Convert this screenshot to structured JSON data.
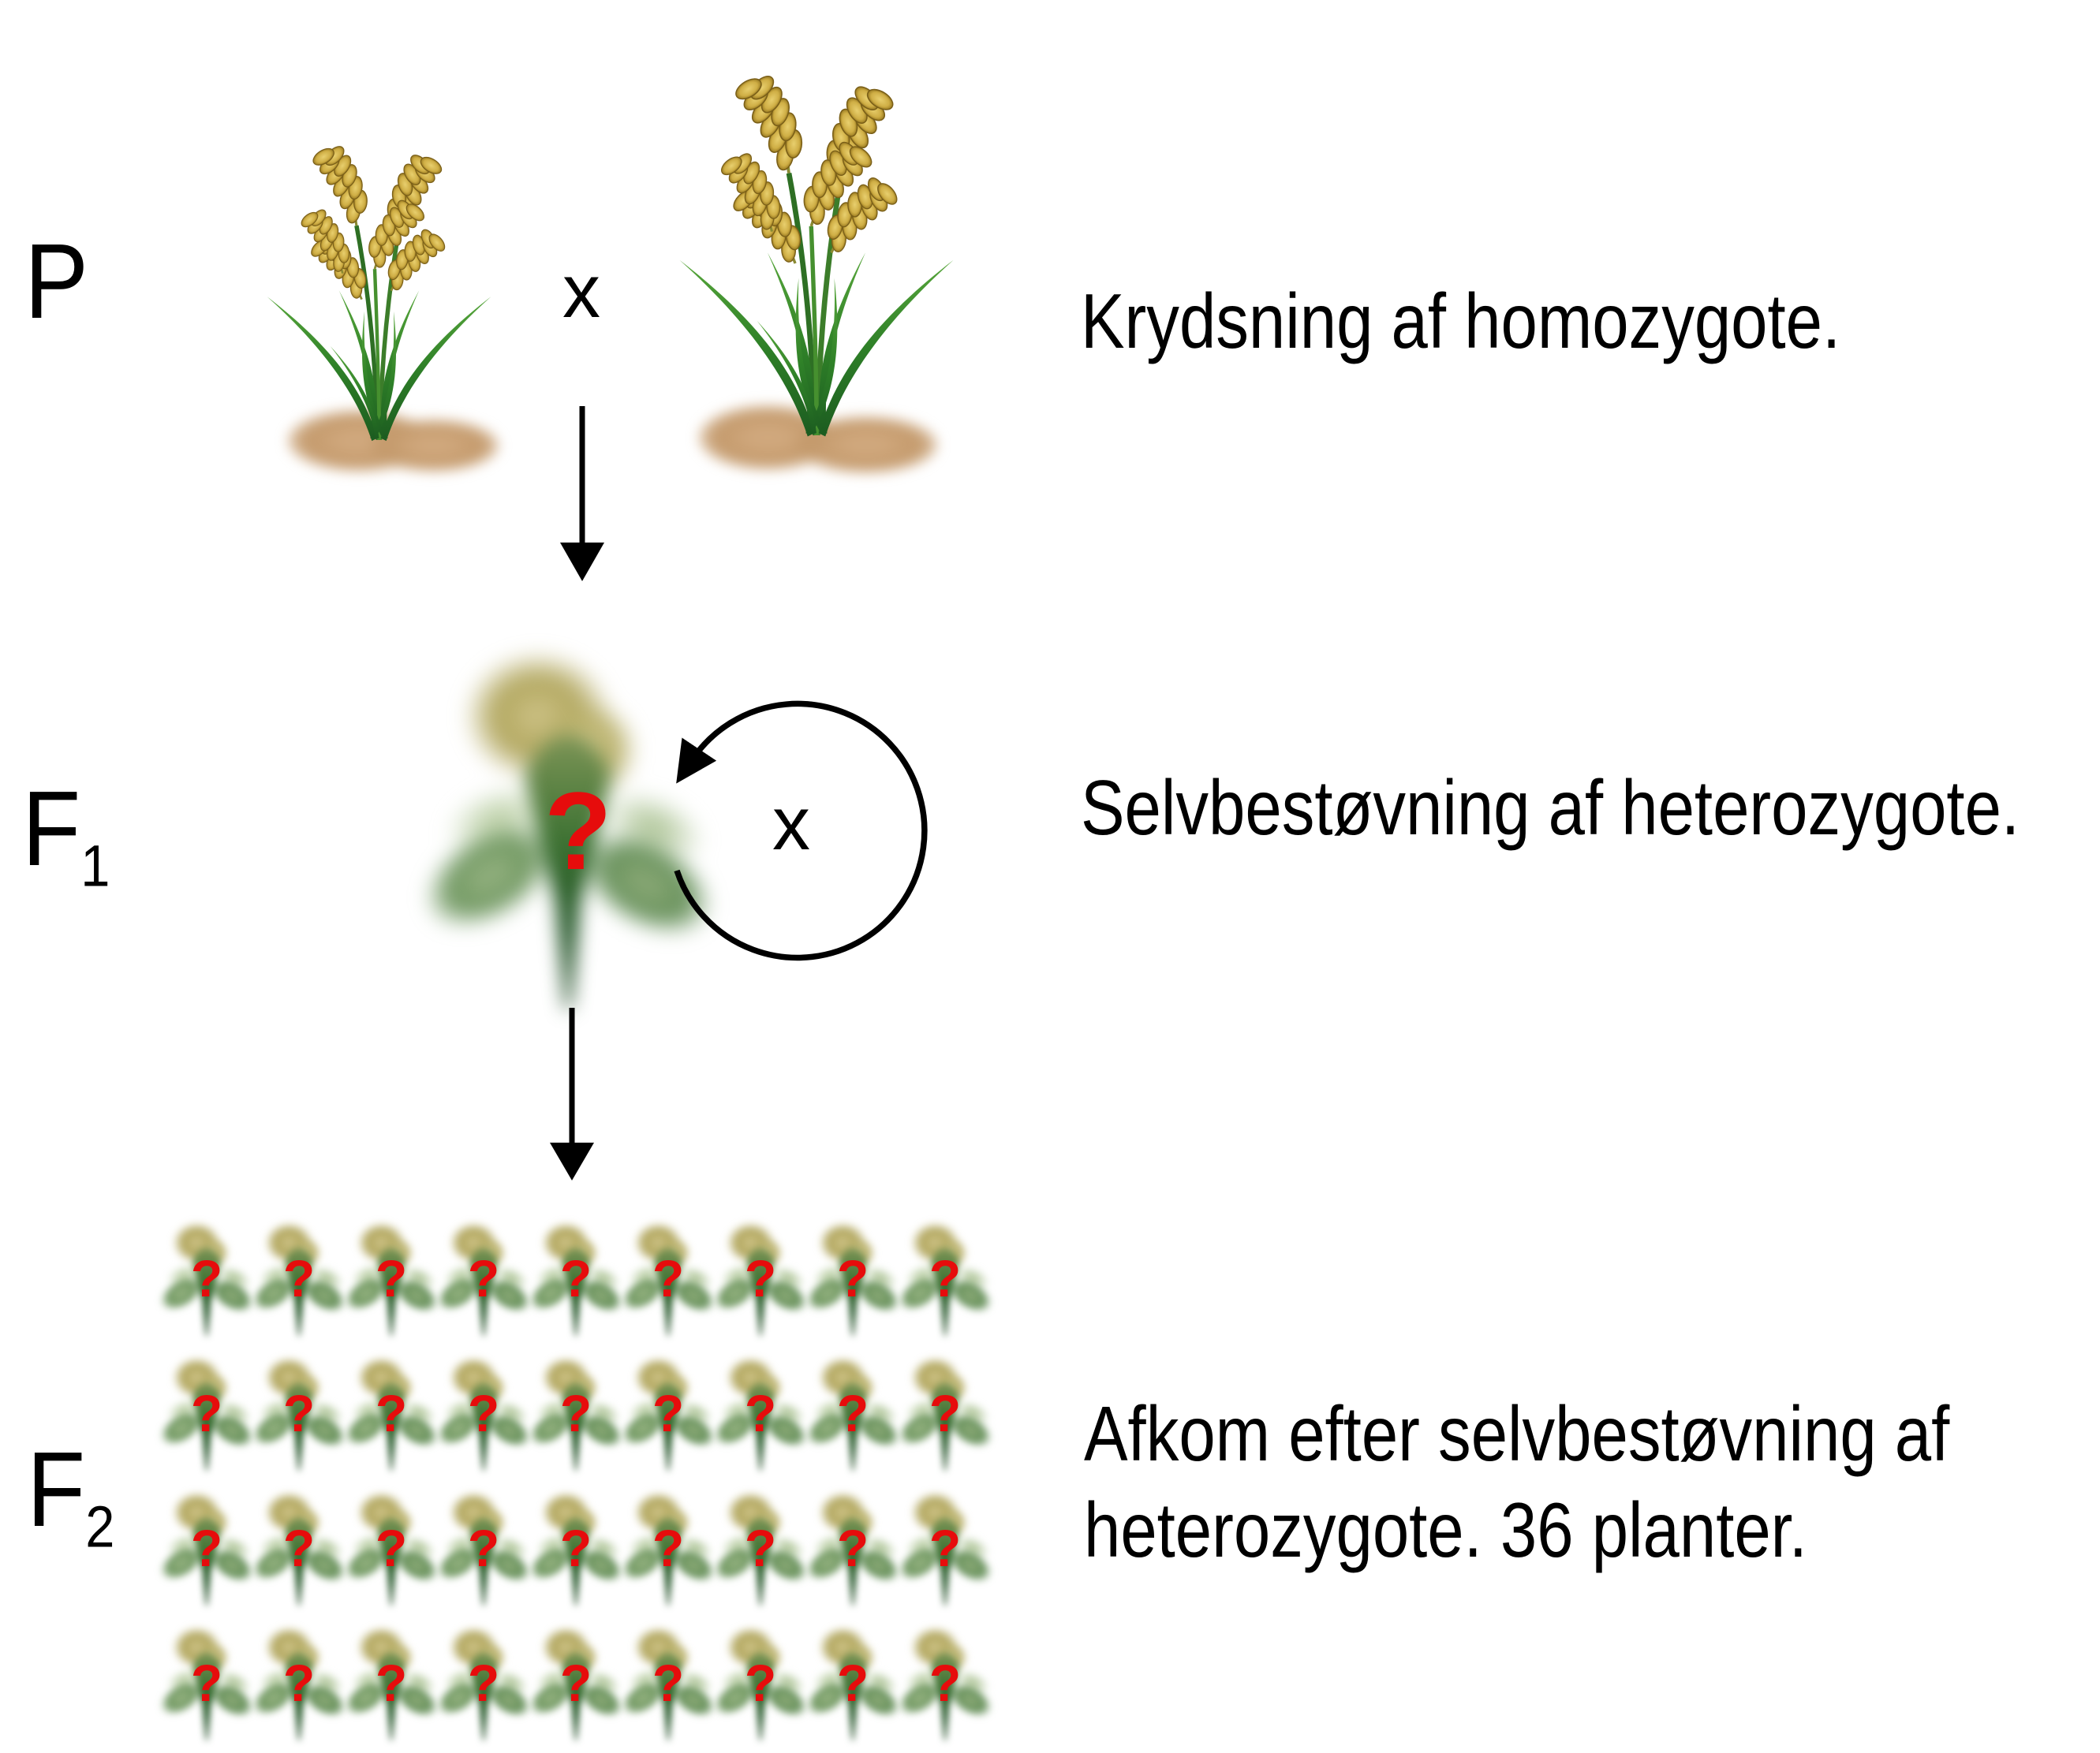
{
  "generations": {
    "p": {
      "label": "P",
      "caption": "Krydsning af homozygote."
    },
    "f1": {
      "label": "F",
      "subscript": "1",
      "caption": "Selvbestøvning af heterozygote."
    },
    "f2": {
      "label": "F",
      "subscript": "2",
      "caption_line1": "Afkom efter selvbestøvning af",
      "caption_line2": "heterozygote. 36 planter.",
      "plant_count": 36,
      "grid": {
        "rows": 4,
        "cols": 9
      }
    }
  },
  "symbols": {
    "cross": "x",
    "self_cross": "x",
    "question": "?"
  },
  "colors": {
    "question": "#e60c0c",
    "soil": "#c49a6c",
    "leaf_dark": "#1c5c20",
    "leaf_mid": "#2f8128",
    "leaf_light": "#57a63b",
    "grain": "#cfae45",
    "arrow": "#000000",
    "text": "#000000"
  }
}
